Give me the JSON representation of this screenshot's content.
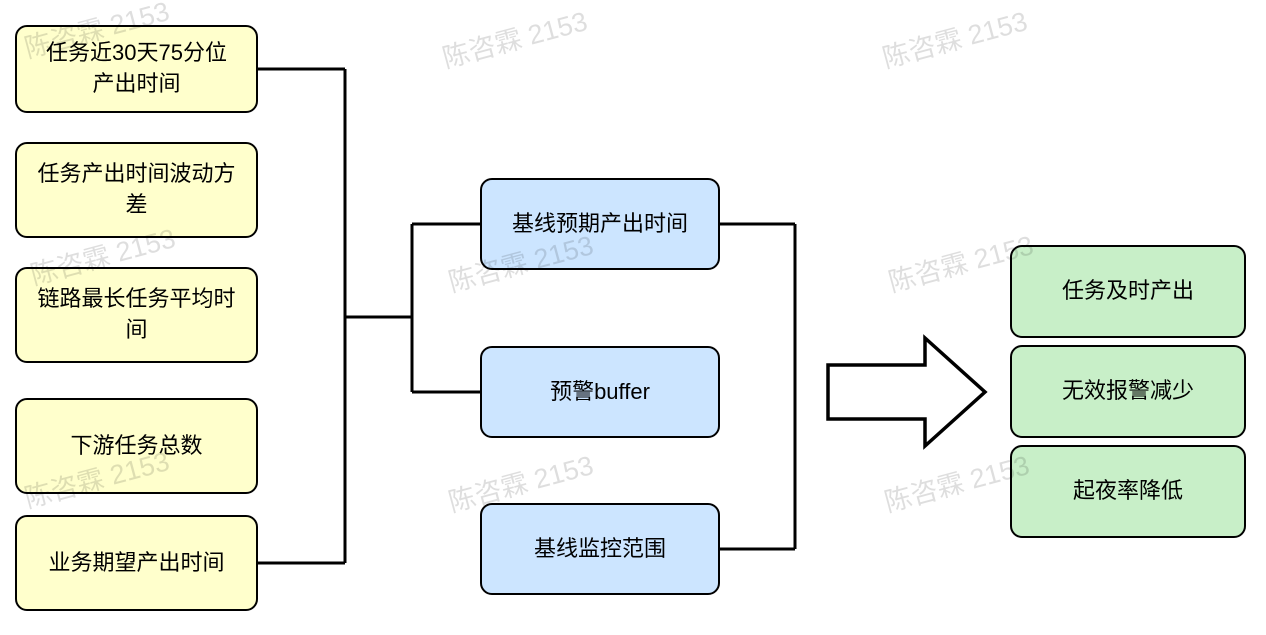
{
  "watermark": {
    "text": "陈咨霖 2153"
  },
  "diagram": {
    "inputs": [
      {
        "label": "任务近30天75分位\n产出时间"
      },
      {
        "label": "任务产出时间波动方\n差"
      },
      {
        "label": "链路最长任务平均时\n间"
      },
      {
        "label": "下游任务总数"
      },
      {
        "label": "业务期望产出时间"
      }
    ],
    "intermediates": [
      {
        "label": "基线预期产出时间"
      },
      {
        "label": "预警buffer"
      },
      {
        "label": "基线监控范围"
      }
    ],
    "outcomes": [
      {
        "label": "任务及时产出"
      },
      {
        "label": "无效报警减少"
      },
      {
        "label": "起夜率降低"
      }
    ],
    "colors": {
      "input_fill": "#FFFFCC",
      "intermediate_fill": "#CCE5FF",
      "outcome_fill": "#C8EFC8",
      "line_color": "#000000",
      "arrow_fill": "#FFFFFF"
    }
  }
}
